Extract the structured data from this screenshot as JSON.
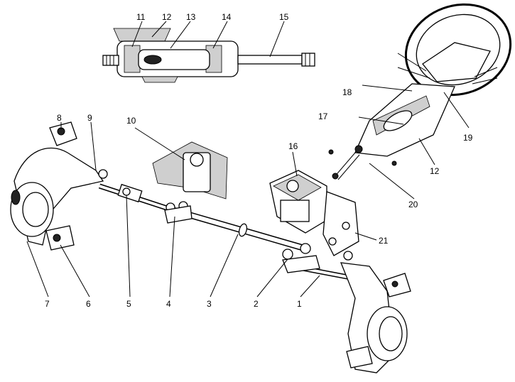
{
  "labels": {
    "l1": "1",
    "l2": "2",
    "l3": "3",
    "l4": "4",
    "l5": "5",
    "l6": "6",
    "l7": "7",
    "l8": "8",
    "l9": "9",
    "l10": "10",
    "l11": "11",
    "l12a": "12",
    "l12b": "12",
    "l13": "13",
    "l14": "14",
    "l15": "15",
    "l16": "16",
    "l17": "17",
    "l18": "18",
    "l19": "19",
    "l20": "20",
    "l21": "21"
  }
}
